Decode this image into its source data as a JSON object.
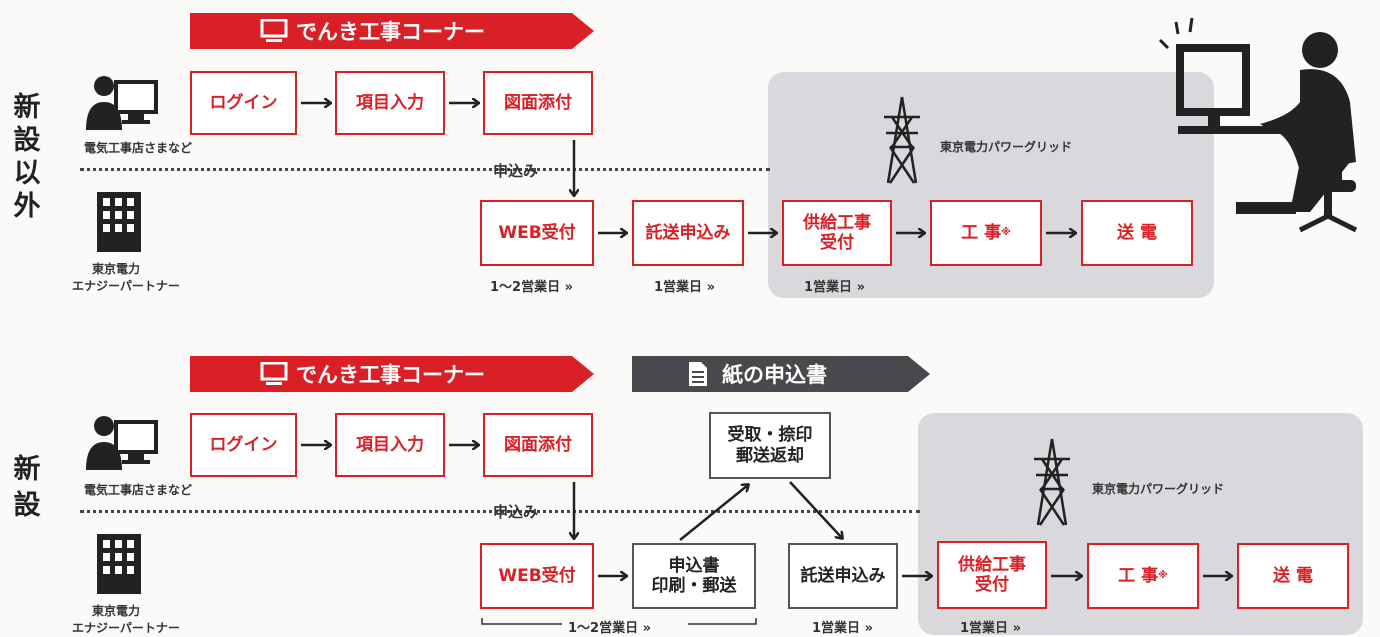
{
  "colors": {
    "red": "#d92027",
    "dark": "#4a474d",
    "gray_panel": "#d9d8dc"
  },
  "top": {
    "section_label": "新設以外",
    "web_banner": "でんき工事コーナー",
    "user_label": "電気工事店さまなど",
    "partner_label_1": "東京電力",
    "partner_label_2": "エナジーパートナー",
    "apply_label": "申込み",
    "grid_label": "東京電力パワーグリッド",
    "steps": {
      "login": "ログイン",
      "input": "項目入力",
      "attach": "図面添付",
      "web": "WEB受付",
      "takuso": "託送申込み",
      "supply_1": "供給工事",
      "supply_2": "受付",
      "work": "工 事",
      "work_mark": "※",
      "power": "送 電"
    },
    "durations": {
      "web": "1～2営業日 »",
      "takuso": "1営業日 »",
      "supply": "1営業日 »"
    }
  },
  "bottom": {
    "section_label": "新設",
    "web_banner": "でんき工事コーナー",
    "paper_banner": "紙の申込書",
    "user_label": "電気工事店さまなど",
    "partner_label_1": "東京電力",
    "partner_label_2": "エナジーパートナー",
    "apply_label": "申込み",
    "grid_label": "東京電力パワーグリッド",
    "steps": {
      "login": "ログイン",
      "input": "項目入力",
      "attach": "図面添付",
      "receive_1": "受取・捺印",
      "receive_2": "郵送返却",
      "web": "WEB受付",
      "print_1": "申込書",
      "print_2": "印刷・郵送",
      "takuso": "託送申込み",
      "supply_1": "供給工事",
      "supply_2": "受付",
      "work": "工 事",
      "work_mark": "※",
      "power": "送 電"
    },
    "durations": {
      "web": "1～2営業日 »",
      "takuso": "1営業日 »",
      "supply": "1営業日 »"
    }
  },
  "icons": [
    "monitor-icon",
    "person-computer-icon",
    "office-building-icon",
    "power-tower-icon",
    "document-icon",
    "worker-at-desk-icon"
  ]
}
